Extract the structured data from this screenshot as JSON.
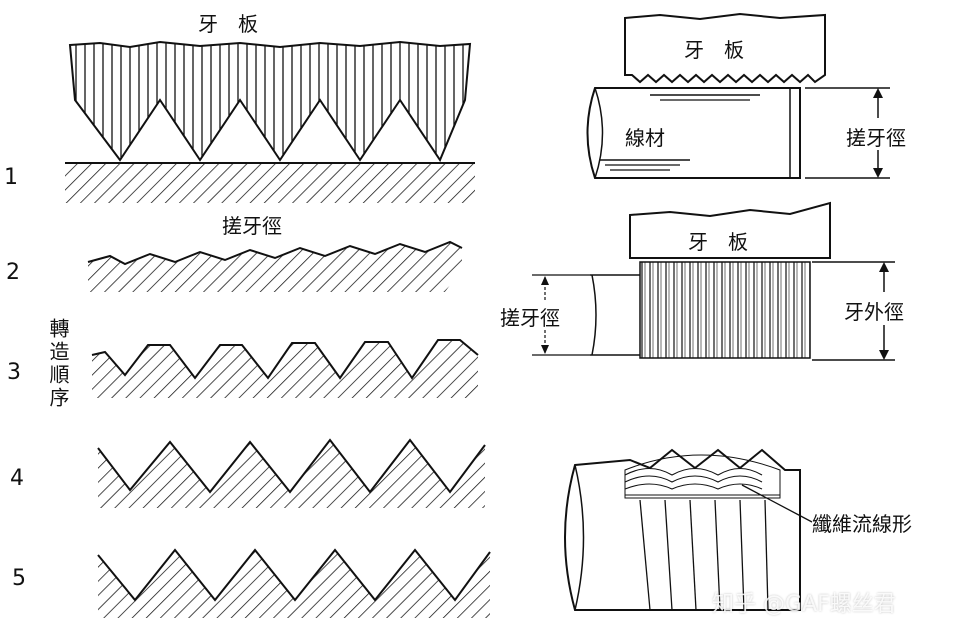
{
  "left": {
    "die_label": "牙　板",
    "rolling_dia_label": "搓牙徑",
    "process_order_label": "轉造順序",
    "steps": [
      "1",
      "2",
      "3",
      "4",
      "5"
    ]
  },
  "right": {
    "top": {
      "die_label": "牙　板",
      "wire_label": "線材",
      "dia_label": "搓牙徑"
    },
    "middle": {
      "die_label": "牙　板",
      "rolling_dia_label": "搓牙徑",
      "outer_dia_label": "牙外徑"
    },
    "bottom": {
      "fiber_label": "纖維流線形"
    }
  },
  "watermark": "知乎 @GAF螺丝君"
}
